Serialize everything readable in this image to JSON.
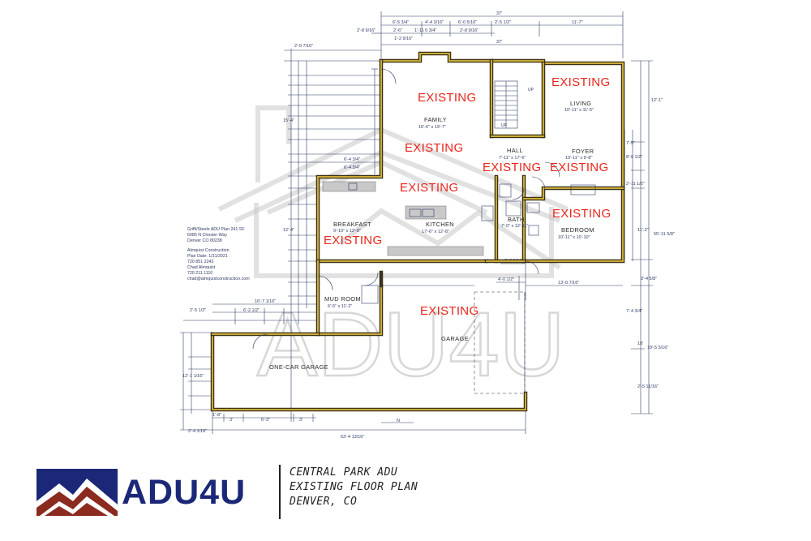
{
  "plan": {
    "existing_label": "EXISTING",
    "rooms": {
      "family": {
        "name": "FAMILY",
        "size": "16'-6\" x 19'-7\""
      },
      "hall": {
        "name": "HALL",
        "size": "7'-11\" x 17'-6\""
      },
      "living": {
        "name": "LIVING",
        "size": "10'-11\" x 11'-5\""
      },
      "foyer": {
        "name": "FOYER",
        "size": "10'-11\" x 9'-8\""
      },
      "breakfast": {
        "name": "BREAKFAST",
        "size": "9'-10\" x 12'-8\""
      },
      "kitchen": {
        "name": "KITCHEN",
        "size": "17'-6\" x 12'-8\""
      },
      "bath": {
        "name": "BATH",
        "size": "7'-0\" x 12'-11\""
      },
      "bedroom": {
        "name": "BEDROOM",
        "size": "10'-11\" x 10'-10\""
      },
      "mud_room": {
        "name": "MUD ROOM",
        "size": "6'-5\" x 11'-2\""
      },
      "garage": {
        "name": "GARAGE"
      },
      "one_car_garage": {
        "name": "ONE-CAR GARAGE"
      }
    },
    "stair_up": "UP",
    "stair_up2": "UP",
    "north": "N",
    "dims": {
      "top_overall": "37'",
      "top_overall2": "37'",
      "top_a": "6'-5 3/4\"",
      "top_b": "4'-4 3/16\"",
      "top_c": "6'-0 5/16\"",
      "top_d": "2'-5 1/2\"",
      "top_e": "11'-7\"",
      "top_f": "2'-6\"",
      "top_g": "1'-11 0 3/4\"",
      "top_h": "2'-8 9/16\"",
      "top_i": "2'-8 9/16\"",
      "top_j": "1'-2 9/16\"",
      "left_top": "2'-0 7/16\"",
      "left_family": "15'-4\"",
      "left_k1": "6'-4 3/4\"",
      "left_k2": "6'-4 3/4\"",
      "left_bf": "12'-4\"",
      "left_mud": "16'-7 1/16\"",
      "left_mud2": "6'-2 1/2\"",
      "left_garage": "2'-5 1/2\"",
      "left_oc": "12'-1 1/16\"",
      "left_oc2": "2'-4 1/16\"",
      "right_top": "12'-1\"",
      "right_overall": "55'-11 5/8\"",
      "right_mid": "11'-2\"",
      "right_a": "7'-5\"",
      "right_b": "8'-0 1/2\"",
      "right_c": "2'-11 1/2\"",
      "right_d": "3'-4 5/8\"",
      "right_e": "7'-4 3/4\"",
      "right_f": "19'-5 5/16\"",
      "right_g": "18'",
      "right_h": "2'-5 11/16\"",
      "bed_w": "13'-0 7/16\"",
      "bath_w": "2'-2 9/16\"",
      "bath_w2": "4'-0 1/2\"",
      "bottom_overall": "63'-4 13/16\"",
      "bottom_a": "1'-8\"",
      "bottom_b": "3'",
      "bottom_c": "6'-3\"",
      "bottom_d": "3'"
    },
    "project_info": [
      "Griffi/Steele ADU Plan 241 SF",
      "6085 N Chester Way",
      "Denver CO 80238",
      "",
      "Almquist Construction",
      "Plan Date: 1/21/2021",
      "720 851 2242",
      "Chad Almquist",
      "720 211 1110",
      "chad@almquistconstruction.com"
    ]
  },
  "watermark": {
    "text": "ADU4U"
  },
  "footer": {
    "logo_text": "ADU4U",
    "title_lines": [
      "CENTRAL PARK ADU",
      "EXISTING FLOOR PLAN",
      "DENVER, CO"
    ]
  },
  "colors": {
    "brand": "#1b2878",
    "existing_label": "#e8261b",
    "wall": "#c9a93a"
  }
}
